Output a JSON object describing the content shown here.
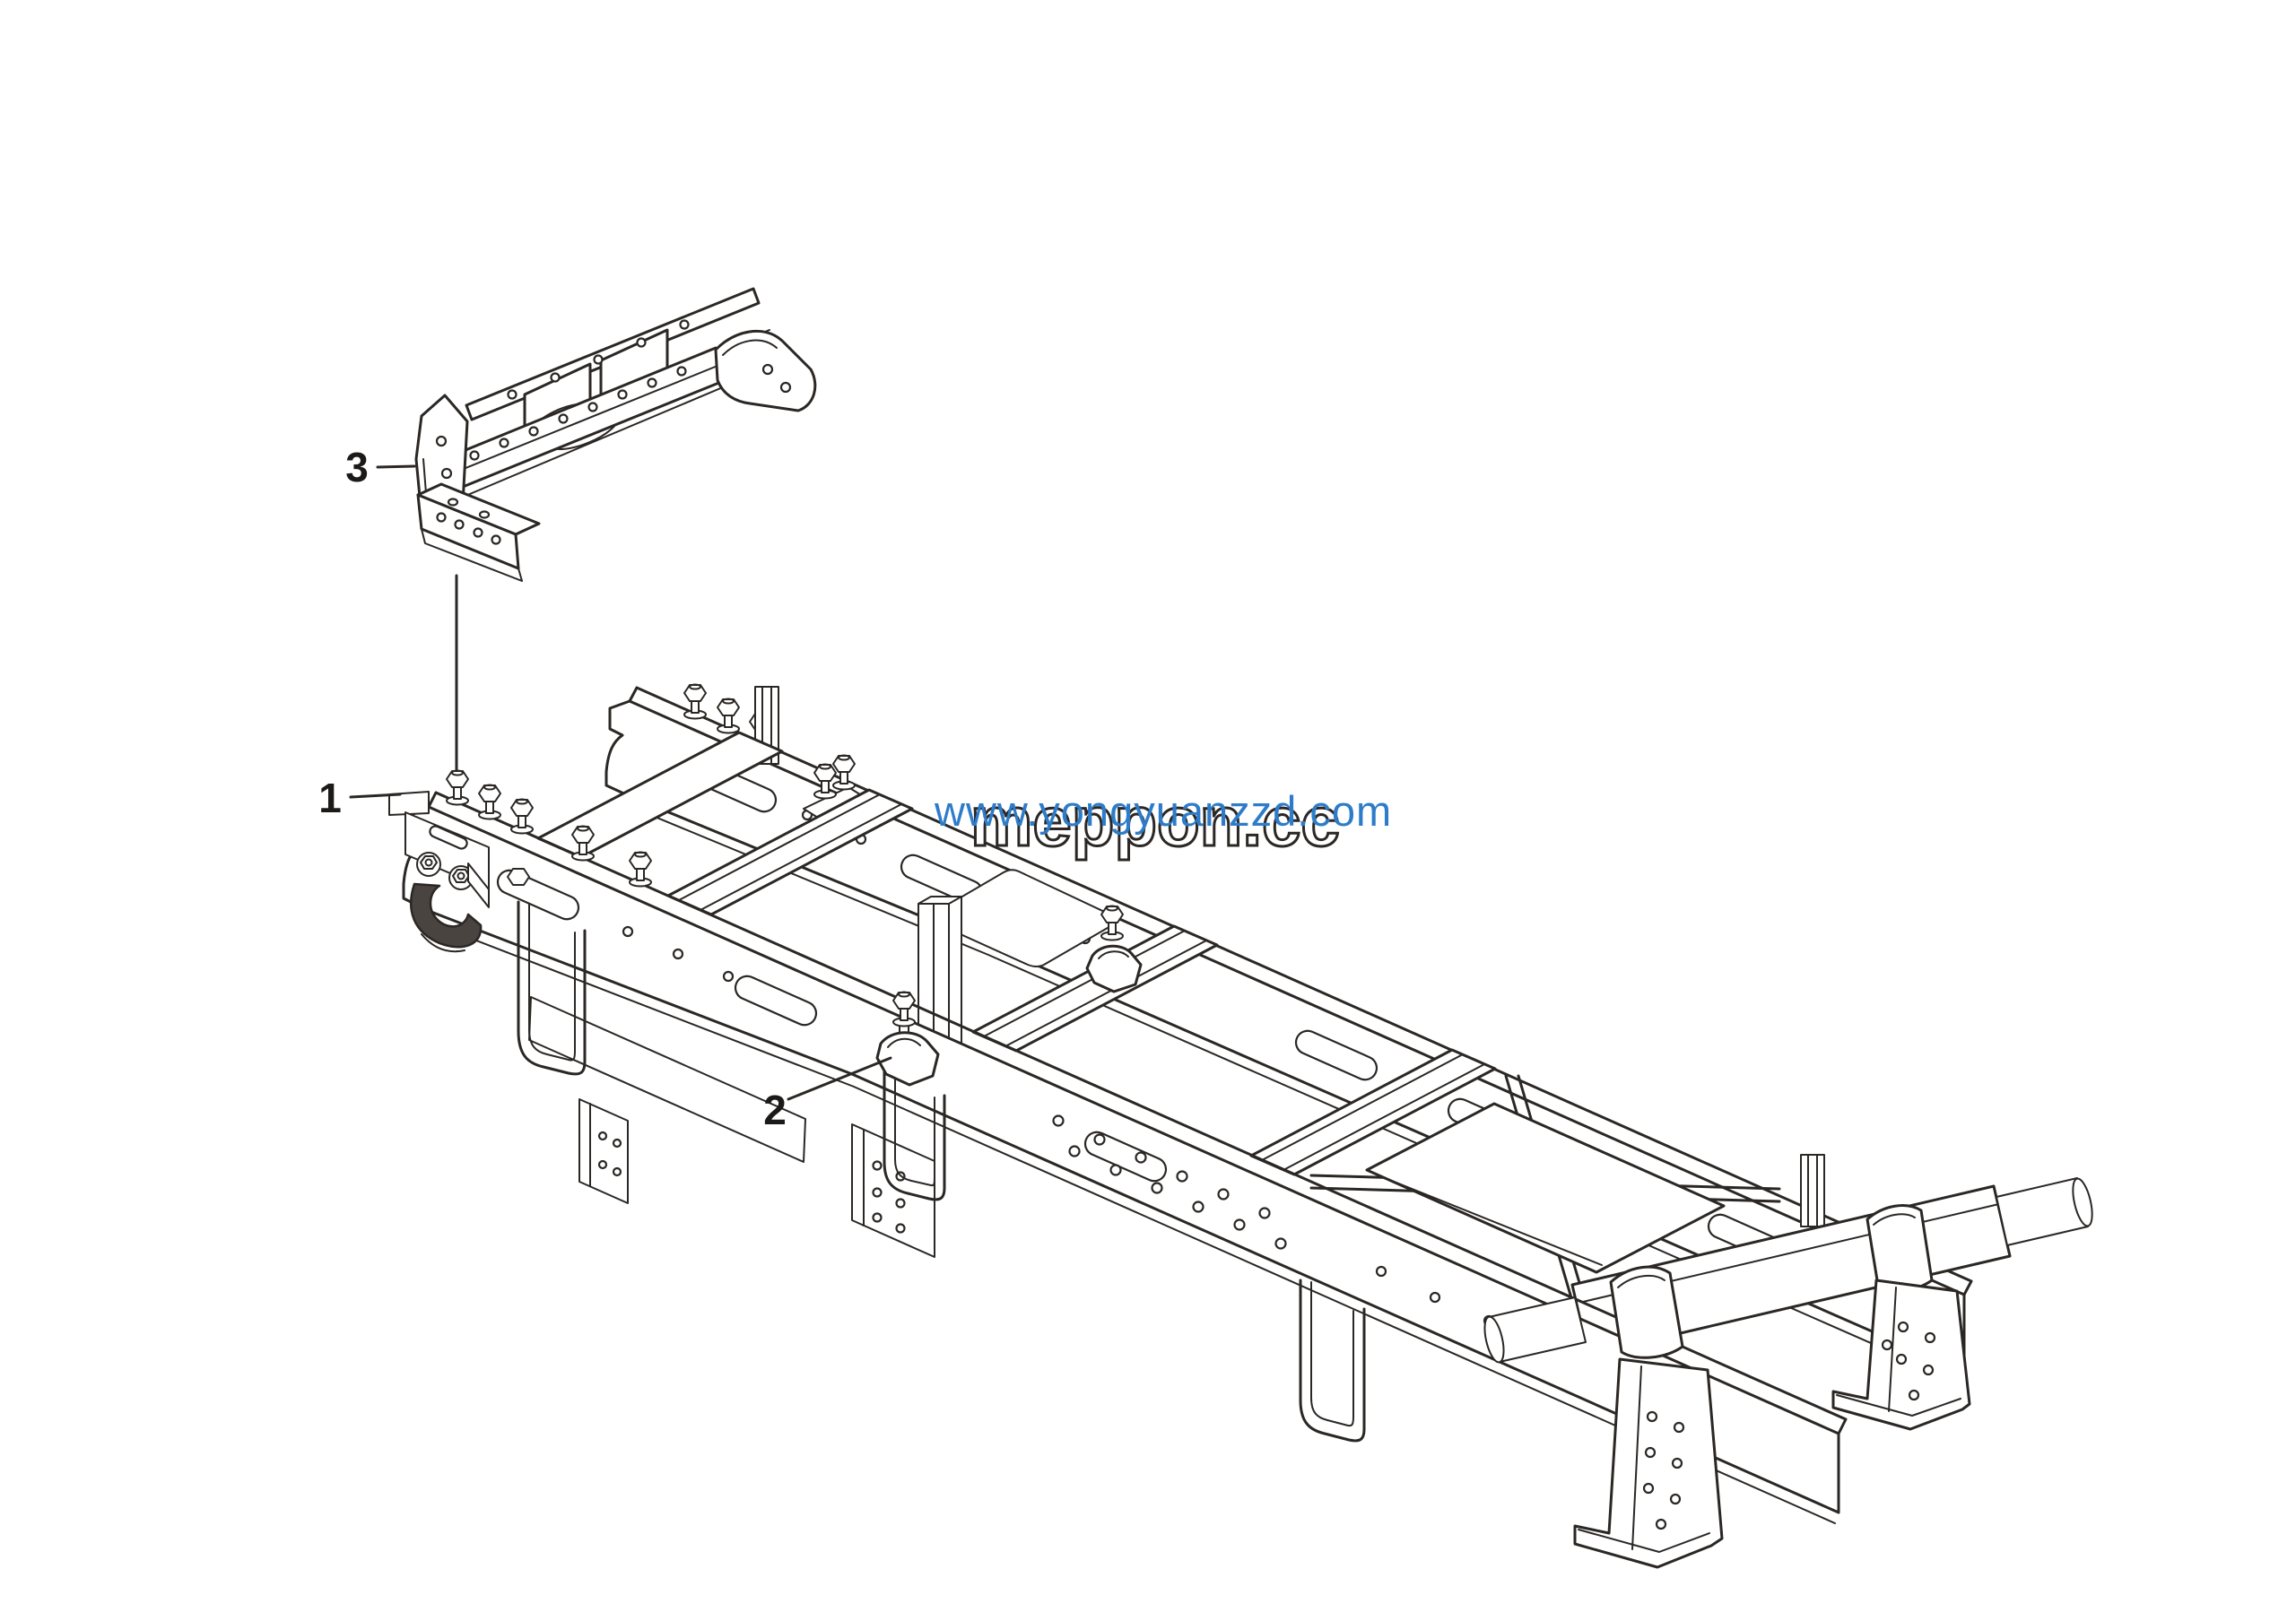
{
  "colors": {
    "background": "#ffffff",
    "line": "#2a2724",
    "watermark_blue": "#2e7cc9",
    "watermark_outline_fill": "#ffffff",
    "watermark_outline_stroke": "#2a2724"
  },
  "diagram": {
    "callouts": [
      {
        "number": "1",
        "target": "chassis-frame-assembly"
      },
      {
        "number": "2",
        "target": "mount-clamp"
      },
      {
        "number": "3",
        "target": "support-bracket-assembly"
      }
    ]
  },
  "watermarks": {
    "outline_text": "meppon.cc",
    "blue_text": "www.yongyuanzzd.com"
  }
}
